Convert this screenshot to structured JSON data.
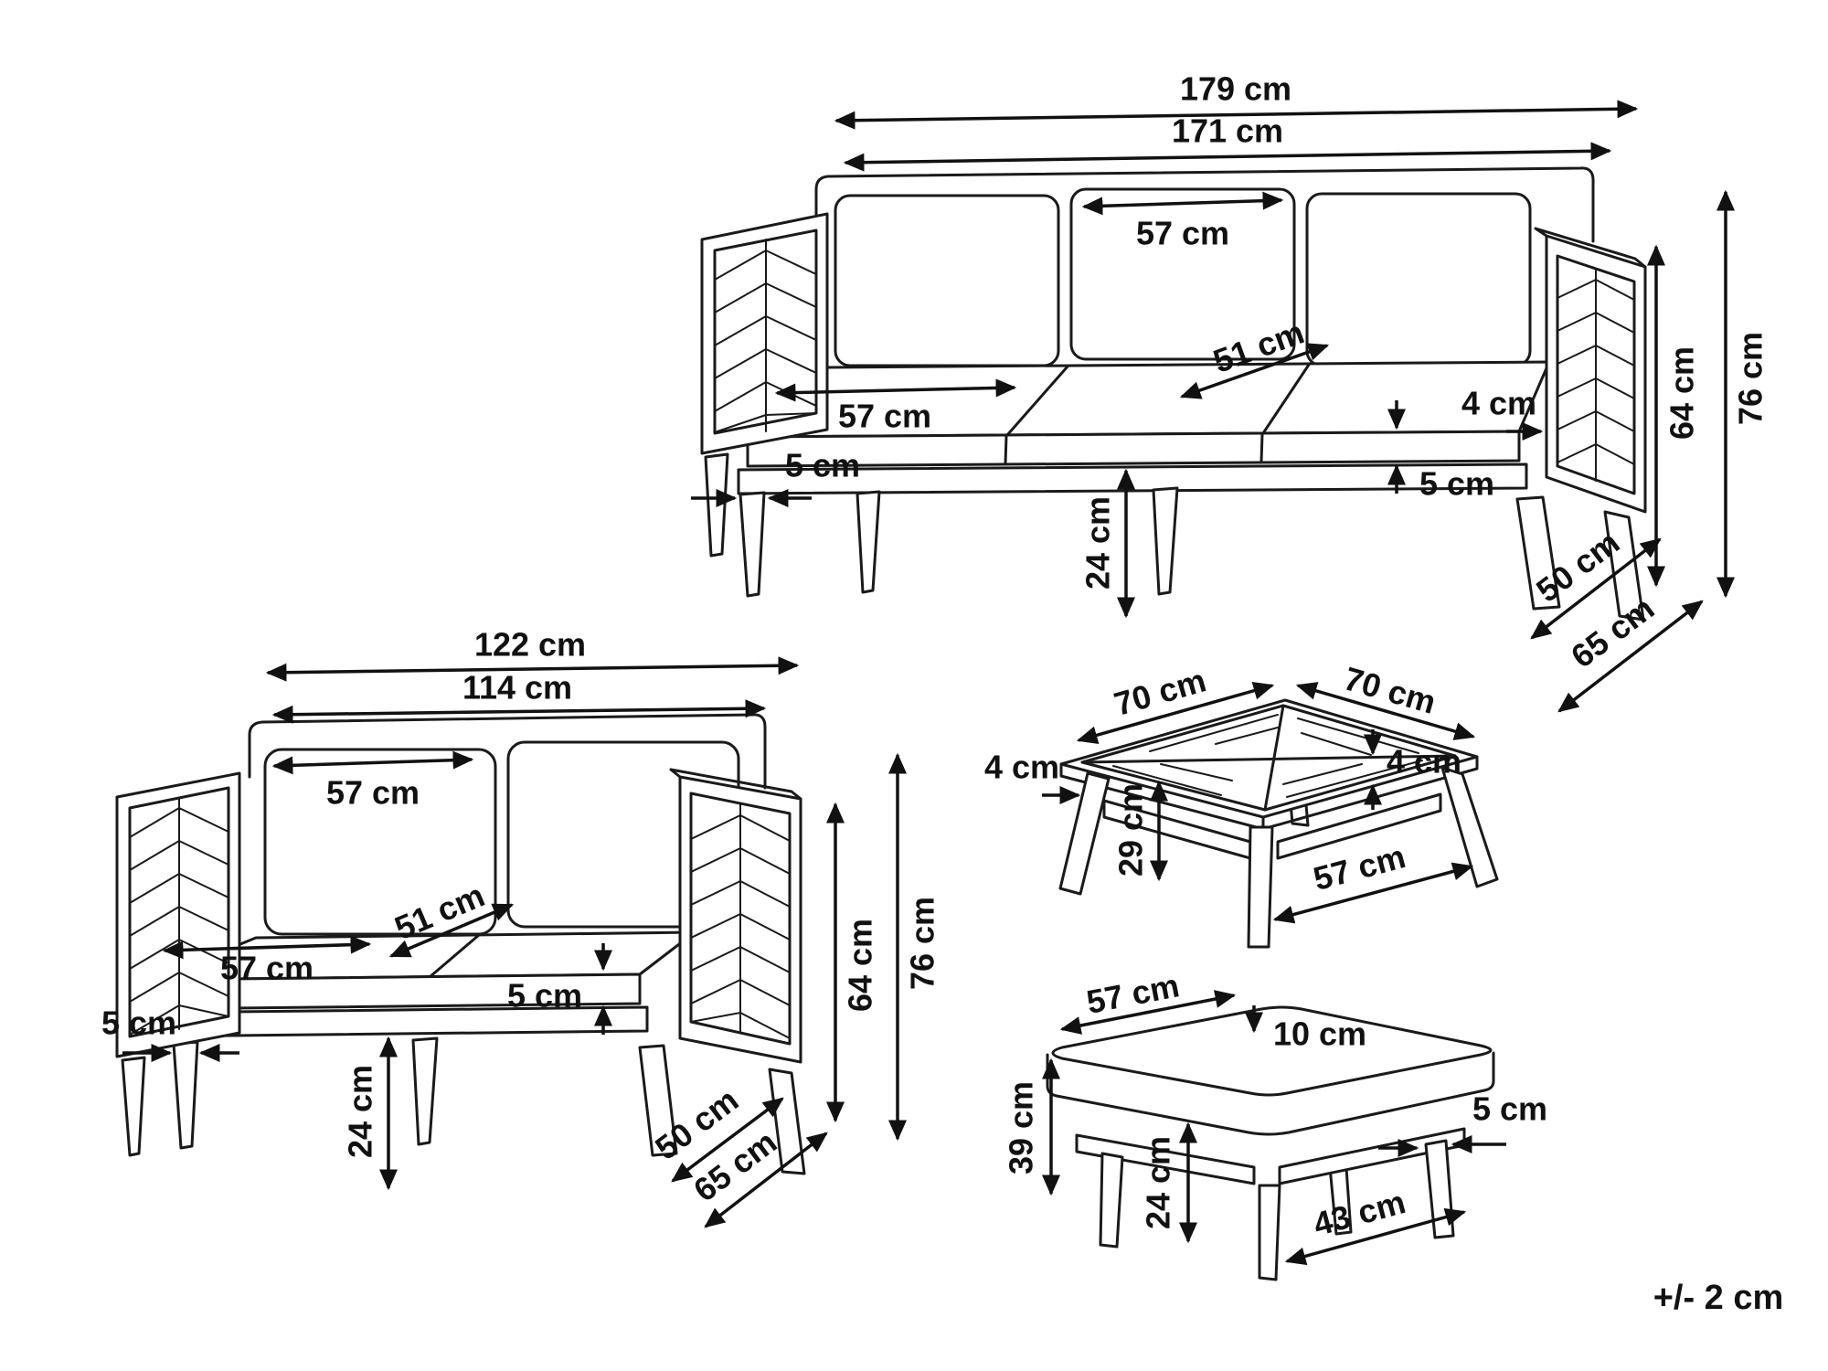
{
  "figure": {
    "tolerance": "+/- 2 cm"
  },
  "sofa3": {
    "name": "3-seater sofa",
    "dims": {
      "total_width": "179 cm",
      "inner_width": "171 cm",
      "back_cushion_width": "57 cm",
      "seat_cushion_width": "57 cm",
      "seat_cushion_depth": "51 cm",
      "frame_thickness": "4 cm",
      "leg_width": "5 cm",
      "cushion_thickness": "5 cm",
      "leg_height": "24 cm",
      "seat_depth": "50 cm",
      "total_depth": "65 cm",
      "arm_height": "64 cm",
      "total_height": "76 cm"
    }
  },
  "sofa2": {
    "name": "2-seater sofa",
    "dims": {
      "total_width": "122 cm",
      "inner_width": "114 cm",
      "back_cushion_width": "57 cm",
      "seat_cushion_width": "57 cm",
      "seat_cushion_depth": "51 cm",
      "cushion_thickness": "5 cm",
      "leg_width": "5 cm",
      "leg_height": "24 cm",
      "seat_depth": "50 cm",
      "total_depth": "65 cm",
      "arm_height": "64 cm",
      "total_height": "76 cm"
    }
  },
  "table": {
    "name": "coffee table",
    "dims": {
      "top_width": "70 cm",
      "top_depth": "70 cm",
      "leg_thickness": "4 cm",
      "top_thickness": "4 cm",
      "clearance_height": "29 cm",
      "leg_span": "57 cm"
    }
  },
  "ottoman": {
    "name": "ottoman",
    "dims": {
      "seat_width": "57 cm",
      "cushion_thickness": "10 cm",
      "total_height": "39 cm",
      "leg_width": "5 cm",
      "leg_height": "24 cm",
      "leg_span": "43 cm"
    }
  }
}
